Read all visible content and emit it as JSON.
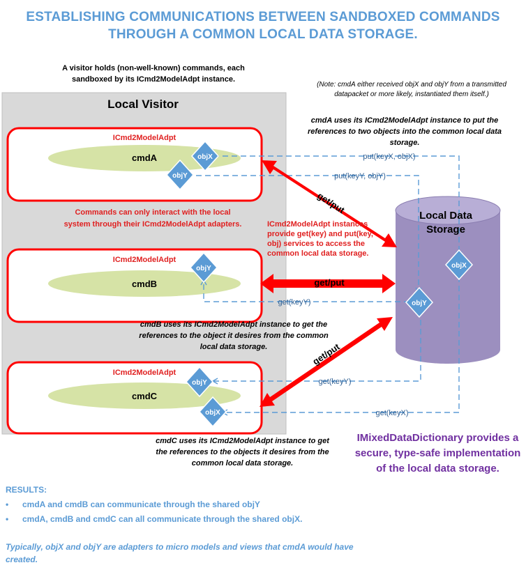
{
  "title": {
    "line1": "ESTABLISHING COMMUNICATIONS BETWEEN SANDBOXED COMMANDS",
    "line2": "THROUGH A COMMON LOCAL DATA STORAGE."
  },
  "visitor_note": "A visitor holds (non-well-known) commands, each sandboxed by its ICmd2ModelAdpt instance.",
  "note": "(Note:  cmdA either received objX and objY from a transmitted datapacket or more likely, instantiated them itself.)",
  "cmdA_description": "cmdA uses its ICmd2ModelAdpt instance to put the references to two objects into the common local data storage.",
  "local_visitor": {
    "label": "Local Visitor"
  },
  "adapter_label": "ICmd2ModelAdpt",
  "commands": [
    {
      "name": "cmdA",
      "objects": [
        "objX",
        "objY"
      ]
    },
    {
      "name": "cmdB",
      "objects": [
        "objY"
      ]
    },
    {
      "name": "cmdC",
      "objects": [
        "objY",
        "objX"
      ]
    }
  ],
  "storage": {
    "label_line1": "Local Data",
    "label_line2": "Storage",
    "objects": [
      "objY",
      "objX"
    ]
  },
  "red_note": "Commands can only interact with the local system through their ICmd2ModelAdpt adapters.",
  "services_note": "ICmd2ModelAdpt instances provide get(key) and put(key, obj) services to access the common local data storage.",
  "arrow_label": "get/put",
  "flows": {
    "put_x": "put(keyX, objX)",
    "put_y": "put(keyY, objY)",
    "get_y_b": "get(keyY)",
    "get_y_c": "get(keyY)",
    "get_x_c": "get(keyX)"
  },
  "cmdB_description": "cmdB uses its ICmd2ModelAdpt instance to get the references to the object it desires from the common local data storage.",
  "cmdC_description": "cmdC uses its ICmd2ModelAdpt instance to get the references to the objects it desires from the common local data storage.",
  "dictionary_description": "IMixedDataDictionary provides a secure, type-safe implementation of the local data storage.",
  "results": {
    "heading": "RESULTS:",
    "bullet": "•",
    "items": [
      "cmdA and cmdB can communicate through the shared objY",
      "cmdA, cmdB and cmdC can all communicate through the shared objX."
    ]
  },
  "footnote": "Typically, objX and objY are adapters to micro models and views that cmdA would have created.",
  "colors": {
    "title": "#5b9bd5",
    "visitor_bg": "#d9d9d9",
    "command_border": "#ff0000",
    "ellipse": "#d6e3a6",
    "diamond": "#5b9bd5",
    "cylinder": "#9c8fbf",
    "dashed": "#5b9bd5",
    "red_text": "#e02020",
    "purple_text": "#7030a0"
  }
}
